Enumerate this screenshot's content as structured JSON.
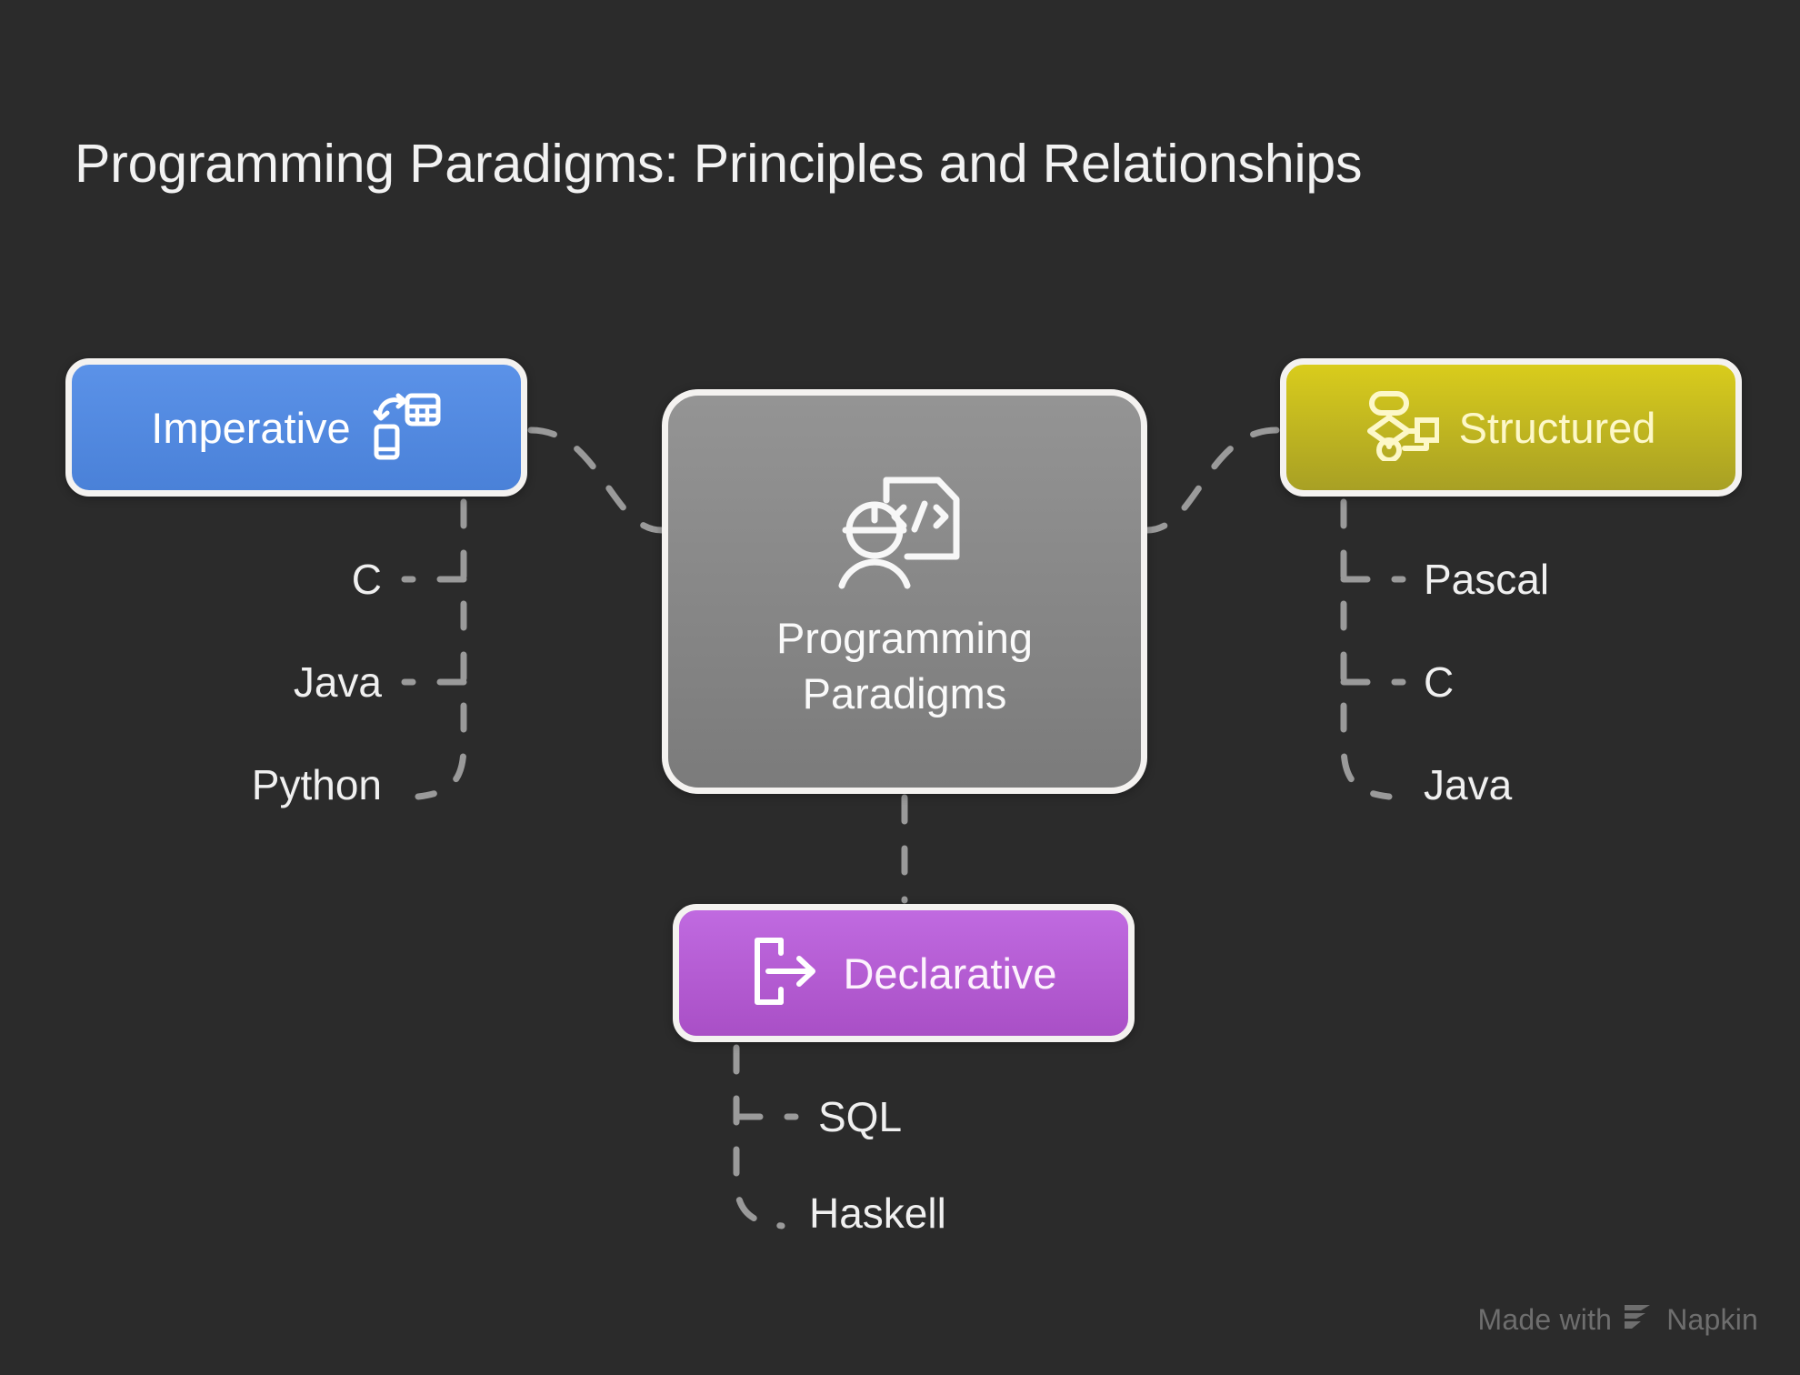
{
  "page": {
    "title": "Programming Paradigms: Principles and Relationships",
    "background_color": "#2b2b2b",
    "text_color": "#f2f2f2"
  },
  "central_node": {
    "label": "Programming\nParadigms",
    "icon": "developer-code-document-icon",
    "color": "#868686",
    "border_color": "#f4f2f0"
  },
  "branches": [
    {
      "id": "imperative",
      "label": "Imperative",
      "icon": "device-data-transfer-icon",
      "color": "#4a81d8",
      "label_color": "#ffffff",
      "position": "left",
      "leaves": [
        "C",
        "Java",
        "Python"
      ]
    },
    {
      "id": "structured",
      "label": "Structured",
      "icon": "flowchart-icon",
      "color": "#c4b81e",
      "label_color": "#fdf8c8",
      "position": "right",
      "leaves": [
        "Pascal",
        "C",
        "Java"
      ]
    },
    {
      "id": "declarative",
      "label": "Declarative",
      "icon": "exit-arrow-icon",
      "color": "#b45bd3",
      "label_color": "#fdf2fd",
      "position": "bottom",
      "leaves": [
        "SQL",
        "Haskell"
      ]
    }
  ],
  "connector": {
    "style": "dashed",
    "color": "#9a9a9a"
  },
  "watermark": {
    "prefix": "Made with",
    "brand": "Napkin",
    "icon": "napkin-logo-icon",
    "color": "#6e6e6e"
  }
}
